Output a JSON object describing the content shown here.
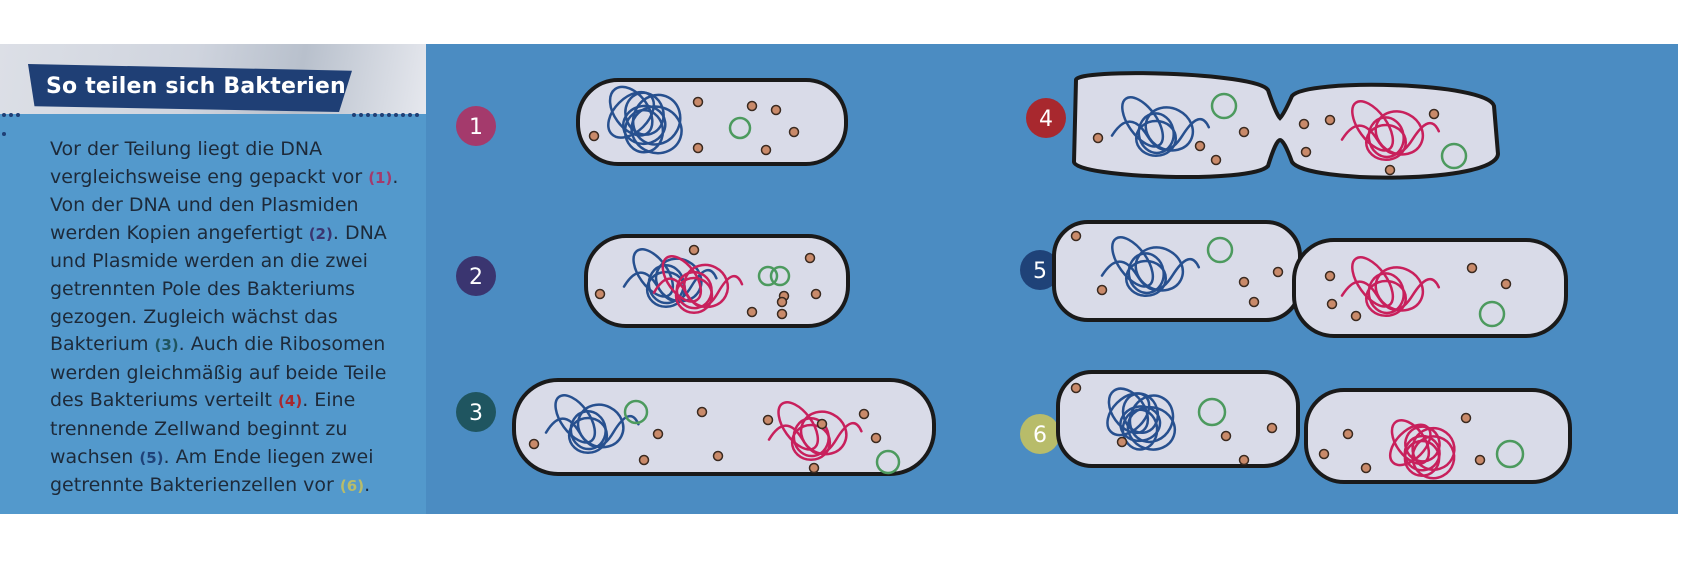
{
  "title": "So teilen sich Bakterien",
  "body_segments": [
    {
      "text": "Vor der Teilung liegt die DNA vergleichsweise eng gepackt vor "
    },
    {
      "text": "(1)",
      "ref": 1
    },
    {
      "text": ". Von der DNA und den Plasmiden werden Kopien angefertigt "
    },
    {
      "text": "(2)",
      "ref": 2
    },
    {
      "text": ". DNA und Plasmide werden an die zwei getrennten Pole des Bakteriums gezogen. Zugleich wächst das Bakterium "
    },
    {
      "text": "(3)",
      "ref": 3
    },
    {
      "text": ". Auch die Ribosomen werden gleichmäßig auf beide Teile des Bakteriums verteilt "
    },
    {
      "text": "(4)",
      "ref": 4
    },
    {
      "text": ". Eine trennende Zellwand beginnt zu wachsen "
    },
    {
      "text": "(5)",
      "ref": 5
    },
    {
      "text": ". Am Ende liegen zwei getrennte Bakterien­zellen vor "
    },
    {
      "text": "(6)",
      "ref": 6
    },
    {
      "text": "."
    }
  ],
  "colors": {
    "panel_bg": "#4b8cc2",
    "banner": "#1f3f75",
    "cell_fill": "#d9dbe8",
    "cell_stroke": "#1a1a1a",
    "dna_original": "#27508f",
    "dna_copy": "#c8205c",
    "plasmid": "#4c9a5e",
    "ribosome": "#c98a6a"
  },
  "steps": [
    {
      "id": 1,
      "label": "1",
      "color": "#a43a6c"
    },
    {
      "id": 2,
      "label": "2",
      "color": "#3a3570"
    },
    {
      "id": 3,
      "label": "3",
      "color": "#1f5560"
    },
    {
      "id": 4,
      "label": "4",
      "color": "#a8282e"
    },
    {
      "id": 5,
      "label": "5",
      "color": "#1f4278"
    },
    {
      "id": 6,
      "label": "6",
      "color": "#b8bc6a"
    }
  ],
  "icons": {
    "dna": "tangled-loop-icon",
    "plasmid": "ring-icon",
    "ribosome": "dot-icon"
  }
}
